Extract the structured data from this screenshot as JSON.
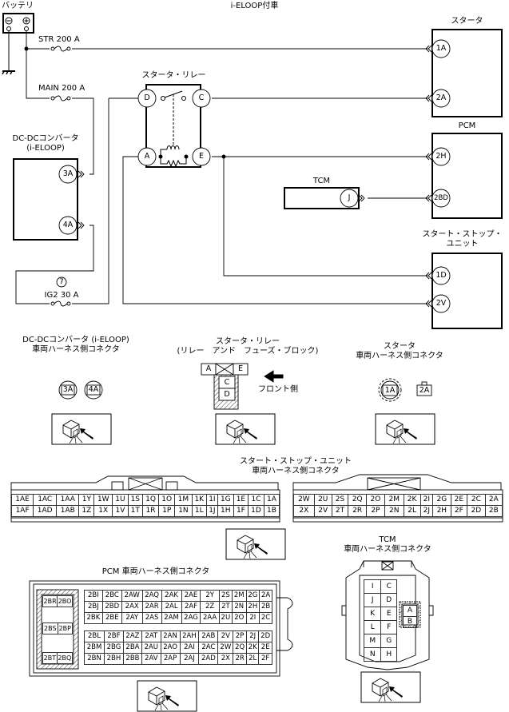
{
  "title": "i-ELOOP付車",
  "components": {
    "battery": {
      "label": "バッテリ",
      "terminals": [
        "⊖",
        "⊕"
      ]
    },
    "starter": {
      "label": "スタータ",
      "pins": [
        "1A",
        "2A"
      ]
    },
    "starter_relay": {
      "label": "スタータ・リレー",
      "pins": [
        "D",
        "C",
        "A",
        "E"
      ]
    },
    "pcm": {
      "label": "PCM",
      "pins": [
        "2H",
        "2BD"
      ]
    },
    "tcm": {
      "label": "TCM",
      "pins": [
        "J"
      ]
    },
    "dcdc": {
      "label_line1": "DC-DCコンバータ",
      "label_line2": "(i-ELOOP)",
      "pins": [
        "3A",
        "4A"
      ]
    },
    "ssu": {
      "label_line1": "スタート・ストップ・",
      "label_line2": "ユニット",
      "pins": [
        "1D",
        "2V"
      ]
    }
  },
  "fuses": {
    "str": "STR 200 A",
    "main": "MAIN 200 A",
    "ig2": "IG2 30 A",
    "ig2_number": "7"
  },
  "connectors": {
    "dcdc": {
      "title_line1": "DC-DCコンバータ (i-ELOOP)",
      "title_line2": "車両ハーネス側コネクタ",
      "pins": [
        "3A",
        "4A"
      ]
    },
    "relay": {
      "title_line1": "スタータ・リレー",
      "title_line2": "(リレー　アンド　フューズ・ブロック)",
      "pins_top": [
        "A",
        "E"
      ],
      "pins_bottom": [
        "C",
        "D"
      ],
      "front_label": "フロント側"
    },
    "starter": {
      "title_line1": "スタータ",
      "title_line2": "車両ハーネス側コネクタ",
      "pins": [
        "1A",
        "2A"
      ]
    },
    "ssu": {
      "title_line1": "スタート・ストップ・ユニット",
      "title_line2": "車両ハーネス側コネクタ",
      "block1_row1": [
        "1AE",
        "1AC",
        "1AA",
        "1Y",
        "1W",
        "1U",
        "1S",
        "1Q",
        "1O",
        "1M",
        "1K",
        "1I",
        "1G",
        "1E",
        "1C",
        "1A"
      ],
      "block1_row2": [
        "1AF",
        "1AD",
        "1AB",
        "1Z",
        "1X",
        "1V",
        "1T",
        "1R",
        "1P",
        "1N",
        "1L",
        "1J",
        "1H",
        "1F",
        "1D",
        "1B"
      ],
      "block2_row1": [
        "2W",
        "2U",
        "2S",
        "2Q",
        "2O",
        "2M",
        "2K",
        "2I",
        "2G",
        "2E",
        "2C",
        "2A"
      ],
      "block2_row2": [
        "2X",
        "2V",
        "2T",
        "2R",
        "2P",
        "2N",
        "2L",
        "2J",
        "2H",
        "2F",
        "2D",
        "2B"
      ]
    },
    "pcm": {
      "title": "PCM 車両ハーネス側コネクタ",
      "side_pins": [
        [
          "2BR",
          "2BO"
        ],
        [
          "2BS",
          "2BP"
        ],
        [
          "2BT",
          "2BQ"
        ]
      ],
      "upper_rows": [
        [
          "2BI",
          "2BC",
          "2AW",
          "2AQ",
          "2AK",
          "2AE",
          "2Y",
          "2S",
          "2M",
          "2G",
          "2A"
        ],
        [
          "2BJ",
          "2BD",
          "2AX",
          "2AR",
          "2AL",
          "2AF",
          "2Z",
          "2T",
          "2N",
          "2H",
          "2B"
        ],
        [
          "2BK",
          "2BE",
          "2AY",
          "2AS",
          "2AM",
          "2AG",
          "2AA",
          "2U",
          "2O",
          "2I",
          "2C"
        ]
      ],
      "lower_rows": [
        [
          "2BL",
          "2BF",
          "2AZ",
          "2AT",
          "2AN",
          "2AH",
          "2AB",
          "2V",
          "2P",
          "2J",
          "2D"
        ],
        [
          "2BM",
          "2BG",
          "2BA",
          "2AU",
          "2AO",
          "2AI",
          "2AC",
          "2W",
          "2Q",
          "2K",
          "2E"
        ],
        [
          "2BN",
          "2BH",
          "2BB",
          "2AV",
          "2AP",
          "2AJ",
          "2AD",
          "2X",
          "2R",
          "2L",
          "2F"
        ]
      ]
    },
    "tcm": {
      "title_line1": "TCM",
      "title_line2": "車両ハーネス側コネクタ",
      "left_col": [
        "I",
        "J",
        "K",
        "L",
        "M",
        "N"
      ],
      "right_col": [
        "C",
        "D",
        "E",
        "F",
        "G",
        "H"
      ],
      "aux": [
        "A",
        "B"
      ]
    }
  }
}
